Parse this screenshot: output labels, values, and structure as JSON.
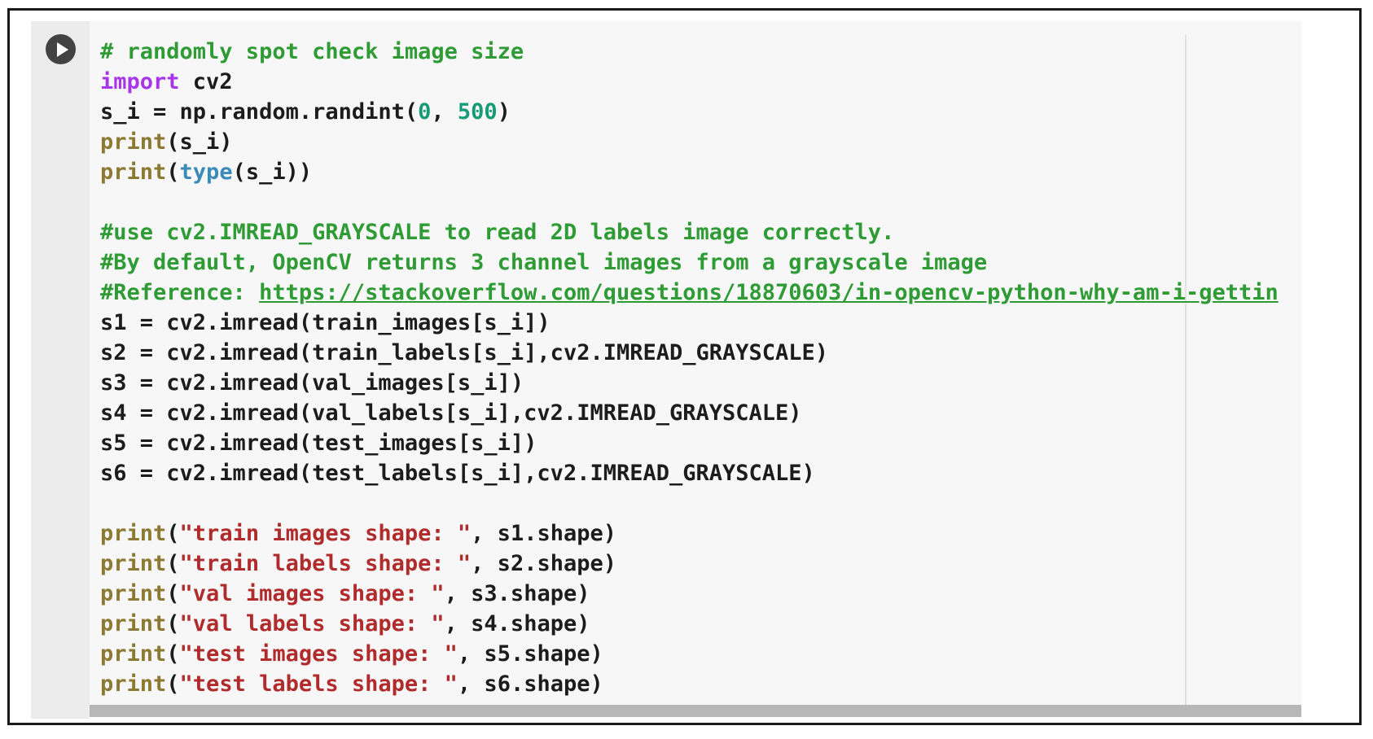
{
  "app": {
    "kind": "notebook-code-cell"
  },
  "colors": {
    "frame_border": "#1a1a1a",
    "gutter_bg": "#ececec",
    "code_bg": "#f7f7f7",
    "run_button_bg": "#424242",
    "run_button_glyph": "#ffffff",
    "scrollbar_thumb": "#b7b7b7",
    "column_ruler": "#e2e2e2",
    "token_plain": "#1c1c1c",
    "token_comment": "#2e9b35",
    "token_keyword": "#a935e8",
    "token_builtin": "#8c7a33",
    "token_type": "#3a8bba",
    "token_number": "#169b76",
    "token_string": "#b02c2c"
  },
  "cell": {
    "lines": [
      {
        "tokens": [
          [
            "comment",
            "# randomly spot check image size"
          ]
        ]
      },
      {
        "tokens": [
          [
            "keyword",
            "import"
          ],
          [
            "plain",
            " cv2"
          ]
        ]
      },
      {
        "tokens": [
          [
            "plain",
            "s_i = np.random.randint("
          ],
          [
            "number",
            "0"
          ],
          [
            "plain",
            ", "
          ],
          [
            "number",
            "500"
          ],
          [
            "plain",
            ")"
          ]
        ]
      },
      {
        "tokens": [
          [
            "builtin",
            "print"
          ],
          [
            "plain",
            "(s_i)"
          ]
        ]
      },
      {
        "tokens": [
          [
            "builtin",
            "print"
          ],
          [
            "plain",
            "("
          ],
          [
            "type",
            "type"
          ],
          [
            "plain",
            "(s_i))"
          ]
        ]
      },
      {
        "tokens": []
      },
      {
        "tokens": [
          [
            "comment",
            "#use cv2.IMREAD_GRAYSCALE to read 2D labels image correctly."
          ]
        ]
      },
      {
        "tokens": [
          [
            "comment",
            "#By default, OpenCV returns 3 channel images from a grayscale image"
          ]
        ]
      },
      {
        "tokens": [
          [
            "comment",
            "#Reference: "
          ],
          [
            "link",
            "https://stackoverflow.com/questions/18870603/in-opencv-python-why-am-i-gettin"
          ]
        ]
      },
      {
        "tokens": [
          [
            "plain",
            "s1 = cv2.imread(train_images[s_i])"
          ]
        ]
      },
      {
        "tokens": [
          [
            "plain",
            "s2 = cv2.imread(train_labels[s_i],cv2.IMREAD_GRAYSCALE)"
          ]
        ]
      },
      {
        "tokens": [
          [
            "plain",
            "s3 = cv2.imread(val_images[s_i])"
          ]
        ]
      },
      {
        "tokens": [
          [
            "plain",
            "s4 = cv2.imread(val_labels[s_i],cv2.IMREAD_GRAYSCALE)"
          ]
        ]
      },
      {
        "tokens": [
          [
            "plain",
            "s5 = cv2.imread(test_images[s_i])"
          ]
        ]
      },
      {
        "tokens": [
          [
            "plain",
            "s6 = cv2.imread(test_labels[s_i],cv2.IMREAD_GRAYSCALE)"
          ]
        ]
      },
      {
        "tokens": []
      },
      {
        "tokens": [
          [
            "builtin",
            "print"
          ],
          [
            "plain",
            "("
          ],
          [
            "string",
            "\"train images shape: \""
          ],
          [
            "plain",
            ", s1.shape)"
          ]
        ]
      },
      {
        "tokens": [
          [
            "builtin",
            "print"
          ],
          [
            "plain",
            "("
          ],
          [
            "string",
            "\"train labels shape: \""
          ],
          [
            "plain",
            ", s2.shape)"
          ]
        ]
      },
      {
        "tokens": [
          [
            "builtin",
            "print"
          ],
          [
            "plain",
            "("
          ],
          [
            "string",
            "\"val images shape: \""
          ],
          [
            "plain",
            ", s3.shape)"
          ]
        ]
      },
      {
        "tokens": [
          [
            "builtin",
            "print"
          ],
          [
            "plain",
            "("
          ],
          [
            "string",
            "\"val labels shape: \""
          ],
          [
            "plain",
            ", s4.shape)"
          ]
        ]
      },
      {
        "tokens": [
          [
            "builtin",
            "print"
          ],
          [
            "plain",
            "("
          ],
          [
            "string",
            "\"test images shape: \""
          ],
          [
            "plain",
            ", s5.shape)"
          ]
        ]
      },
      {
        "tokens": [
          [
            "builtin",
            "print"
          ],
          [
            "plain",
            "("
          ],
          [
            "string",
            "\"test labels shape: \""
          ],
          [
            "plain",
            ", s6.shape)"
          ]
        ]
      }
    ]
  }
}
